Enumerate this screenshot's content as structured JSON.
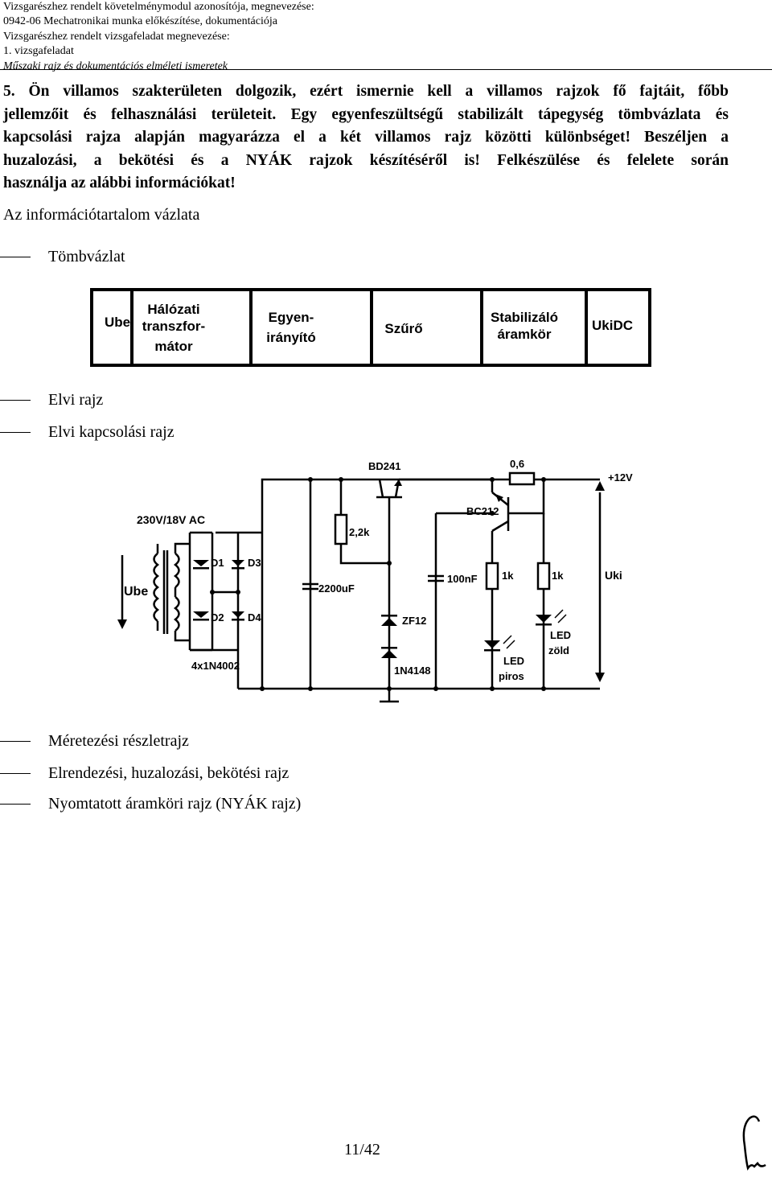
{
  "header": {
    "lines": [
      "Vizsgarészhez rendelt követelménymodul azonosítója, megnevezése:",
      "0942-06 Mechatronikai munka előkészítése, dokumentációja",
      "Vizsgarészhez rendelt vizsgafeladat megnevezése:",
      "1. vizsgafeladat",
      "Műszaki rajz és dokumentációs elméleti ismeretek"
    ]
  },
  "task": {
    "lines": [
      "5. Ön villamos szakterületen dolgozik, ezért ismernie kell a villamos rajzok fő fajtáit, főbb",
      "jellemzőit és felhasználási területeit. Egy egyenfeszültségű stabilizált tápegység tömbvázlata és",
      "kapcsolási rajza alapján magyarázza el a két villamos rajz közötti különbséget! Beszéljen a",
      "huzalozási, a bekötési és a NYÁK rajzok készítéséről is! Felkészülése és felelete során",
      "használja az alábbi információkat!"
    ]
  },
  "outline_title": "Az információtartalom vázlata",
  "items": {
    "block": "Tömbvázlat",
    "principle": "Elvi rajz",
    "schematic": "Elvi kapcsolási rajz",
    "dimensioning": "Méretezési részletrajz",
    "layout": "Elrendezési, huzalozási, bekötési rajz",
    "pcb": "Nyomtatott áramköri rajz (NYÁK rajz)"
  },
  "block_diagram": {
    "input": "Ube",
    "output": "UkiDC",
    "blocks": [
      [
        "Hálózati",
        "transzfor-",
        "mátor"
      ],
      [
        "Egyen-",
        "irányító"
      ],
      [
        "Szűrő"
      ],
      [
        "Stabilizáló",
        "áramkör"
      ]
    ]
  },
  "schematic": {
    "transformer": "230V/18V AC",
    "input": "Ube",
    "d1": "D1",
    "d2": "D2",
    "d3": "D3",
    "d4": "D4",
    "bridge": "4x1N4002",
    "c1": "2200uF",
    "r1": "2,2k",
    "q1": "BD241",
    "zener": "ZF12",
    "diode": "1N4148",
    "r_sense": "0,6",
    "q2": "BC212",
    "c2": "100nF",
    "r2": "1k",
    "r3": "1k",
    "led_red": [
      "LED",
      "piros"
    ],
    "led_green": [
      "LED",
      "zöld"
    ],
    "vout": "+12V",
    "uki": "Uki"
  },
  "page_number": "11/42"
}
